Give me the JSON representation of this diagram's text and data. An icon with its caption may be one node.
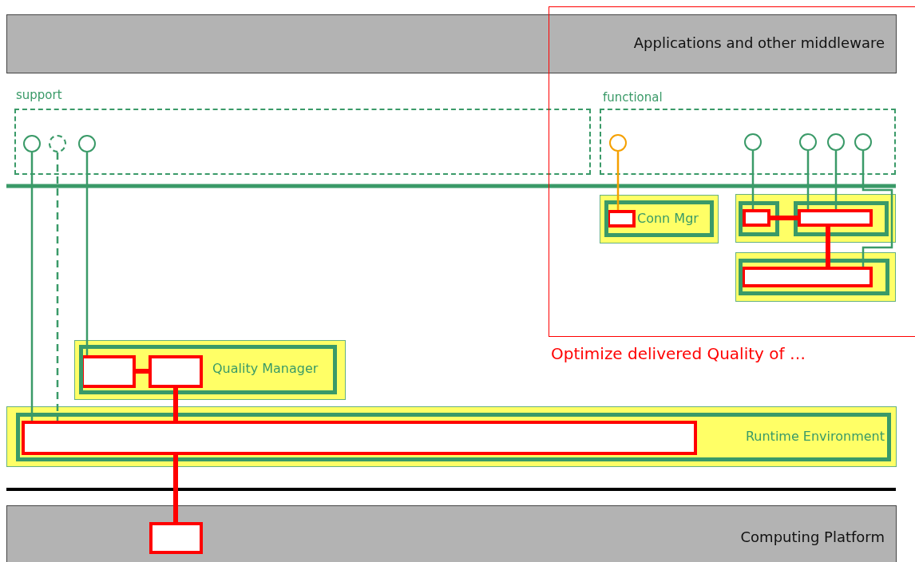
{
  "diagram": {
    "nodes": [
      {
        "text": [
          "Applications and other middleware"
        ]
      },
      {
        "text": [
          "Optimize delivered Quality of …"
        ]
      },
      {
        "text": [
          "support"
        ]
      },
      {
        "text": [],
        "shape": "circle",
        "in": 2
      },
      {
        "text": [],
        "shape": "circle",
        "in": 2
      },
      {
        "text": [],
        "shape": "circle",
        "in": 2
      },
      {
        "text": [
          "functional"
        ],
        "in": 1
      },
      {
        "text": [],
        "shape": "circle",
        "in": 6
      },
      {
        "text": [],
        "shape": "circle",
        "in": 6
      },
      {
        "text": [],
        "shape": "circle",
        "in": 6
      },
      {
        "text": [],
        "shape": "circle",
        "in": 6
      },
      {
        "text": [],
        "shape": "circle",
        "in": 6
      },
      {
        "text": [],
        "shape": "box",
        "in": 1
      },
      {
        "text": [
          "Conn Mgr"
        ],
        "in": 12
      },
      {
        "text": [],
        "shape": "box",
        "in": 13
      },
      {
        "text": [],
        "shape": "box",
        "in": 1
      },
      {
        "text": [],
        "shape": "box",
        "in": 15
      },
      {
        "text": [],
        "shape": "box",
        "in": 16
      },
      {
        "text": [],
        "shape": "box",
        "in": 15
      },
      {
        "text": [],
        "shape": "box",
        "in": 18
      },
      {
        "text": [],
        "shape": "box",
        "in": 1
      },
      {
        "text": [],
        "shape": "box",
        "in": 20
      },
      {
        "text": [],
        "shape": "box",
        "in": 21
      },
      {
        "text": [],
        "shape": "box"
      },
      {
        "text": [
          "Quality Manager"
        ],
        "in": 23
      },
      {
        "text": [],
        "shape": "box",
        "in": 24
      },
      {
        "text": [],
        "shape": "box",
        "in": 24
      },
      {
        "text": [],
        "shape": "box"
      },
      {
        "text": [
          "Runtime Environment"
        ],
        "in": 27
      },
      {
        "text": [],
        "shape": "box",
        "in": 28
      },
      {
        "text": [
          "Computing Platform"
        ]
      },
      {
        "text": [],
        "shape": "box",
        "in": 30
      }
    ],
    "edges": [
      {
        "from": 3,
        "to": 29,
        "arrow": "none"
      },
      {
        "from": 4,
        "to": 29,
        "arrow": "none",
        "style": "dashed"
      },
      {
        "from": 5,
        "to": 25,
        "arrow": "none"
      },
      {
        "from": 7,
        "to": 14,
        "arrow": "none",
        "color": "#f5a000"
      },
      {
        "from": 8,
        "to": 17,
        "arrow": "none"
      },
      {
        "from": 9,
        "to": 19,
        "arrow": "none"
      },
      {
        "from": 10,
        "to": 19,
        "arrow": "none"
      },
      {
        "from": 11,
        "to": 22,
        "arrow": "none"
      },
      {
        "from": 17,
        "to": 19,
        "arrow": "none",
        "style": "thick",
        "color": "#ff0000"
      },
      {
        "from": 19,
        "to": 22,
        "arrow": "none",
        "style": "thick",
        "color": "#ff0000"
      },
      {
        "from": 25,
        "to": 26,
        "arrow": "none",
        "style": "thick",
        "color": "#ff0000"
      },
      {
        "from": 26,
        "to": 29,
        "arrow": "none",
        "style": "thick",
        "color": "#ff0000"
      },
      {
        "from": 29,
        "to": 31,
        "arrow": "none",
        "style": "thick",
        "color": "#ff0000"
      }
    ]
  }
}
